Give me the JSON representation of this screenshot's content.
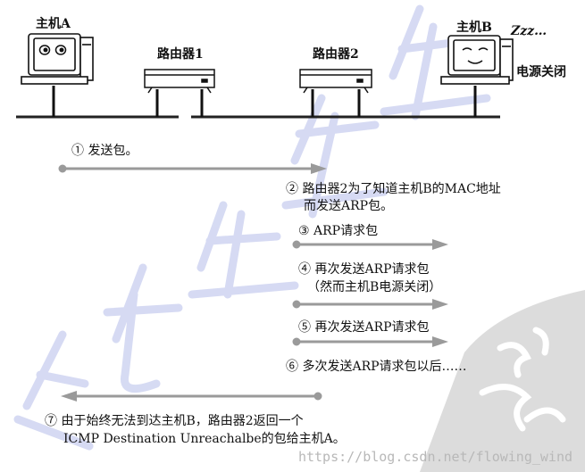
{
  "devices": {
    "host_a": "主机A",
    "router1": "路由器1",
    "router2": "路由器2",
    "host_b": "主机B",
    "host_b_sleep": "Zzz…",
    "host_b_status": "电源关闭"
  },
  "steps": [
    {
      "num": "①",
      "lines": [
        "发送包。"
      ]
    },
    {
      "num": "②",
      "lines": [
        "路由器2为了知道主机B的MAC地址",
        "而发送ARP包。"
      ]
    },
    {
      "num": "③",
      "lines": [
        "ARP请求包"
      ]
    },
    {
      "num": "④",
      "lines": [
        "再次发送ARP请求包",
        "（然而主机B电源关闭）"
      ]
    },
    {
      "num": "⑤",
      "lines": [
        "再次发送ARP请求包"
      ]
    },
    {
      "num": "⑥",
      "lines": [
        "多次发送ARP请求包以后……"
      ]
    },
    {
      "num": "⑦",
      "lines": [
        "由于始终无法到达主机B，路由器2返回一个",
        "ICMP Destination Unreachalbe的包给主机A。"
      ]
    }
  ],
  "watermark": {
    "text": "比特学习",
    "url": "https://blog.csdn.net/flowing_wind"
  },
  "colors": {
    "arrow": "#9a9a9a",
    "line": "#222222",
    "watermark": "#cfd4f0",
    "watermark_stamp": "#d7d7d7"
  }
}
